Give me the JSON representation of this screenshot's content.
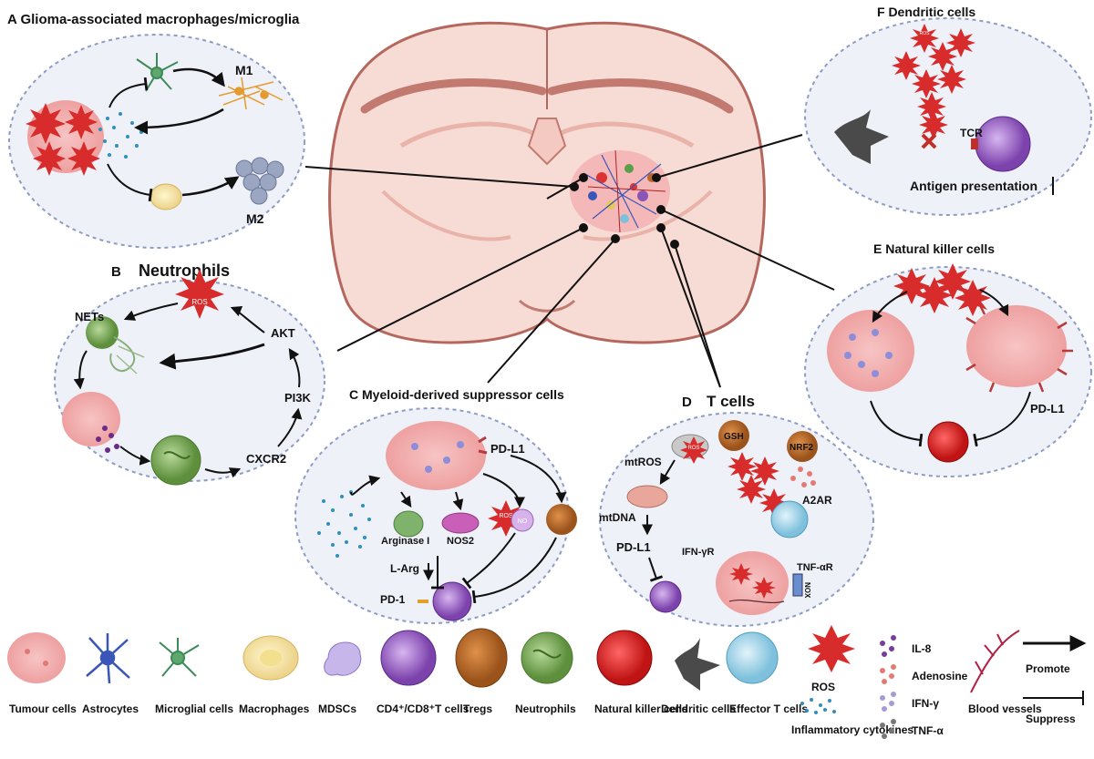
{
  "panels": {
    "a": {
      "title": "A Glioma-associated macrophages/microglia",
      "m1": "M1",
      "m2": "M2",
      "ros": "ROS"
    },
    "b": {
      "title_letter": "B",
      "title": "Neutrophils",
      "nets": "NETs",
      "ros": "ROS",
      "akt": "AKT",
      "pi3k": "PI3K",
      "cxcr2": "CXCR2"
    },
    "c": {
      "title": "C Myeloid-derived suppressor cells",
      "pdl1": "PD-L1",
      "arginase": "Arginase I",
      "nos2": "NOS2",
      "larg": "L-Arg",
      "pd1": "PD-1",
      "ros": "ROS",
      "no": "NO"
    },
    "d": {
      "title_letter": "D",
      "title": "T cells",
      "mtros": "mtROS",
      "mtdna": "mtDNA",
      "pdl1": "PD-L1",
      "gsh": "GSH",
      "nrf2": "NRF2",
      "a2ar": "A2AR",
      "ifngr": "IFN-γR",
      "tnfar": "TNF-αR",
      "nox": "NOX",
      "ros": "ROS"
    },
    "e": {
      "title": "E Natural killer cells",
      "pdl1": "PD-L1",
      "ros": "ROS"
    },
    "f": {
      "title": "F Dendritic cells",
      "tcr": "TCR",
      "antigen": "Antigen presentation",
      "ros": "ROS"
    }
  },
  "legend": {
    "tumour": "Tumour cells",
    "astro": "Astrocytes",
    "microglia": "Microglial cells",
    "macro": "Macrophages",
    "mdsc": "MDSCs",
    "cd": "CD4⁺/CD8⁺T cells",
    "tregs": "Tregs",
    "neutro": "Neutrophils",
    "nk": "Natural killer cells",
    "dendritic": "Dendritic cells",
    "effector": "Effector T cells",
    "ros": "ROS",
    "inflam": "Inflammatory cytokines",
    "il8": "IL-8",
    "adenosine": "Adenosine",
    "ifng": "IFN-γ",
    "tnfa": "TNF-α",
    "blood": "Blood vessels",
    "promote": "Promote",
    "suppress": "Suppress"
  },
  "colors": {
    "panel_fill": "#eef1f8",
    "panel_border": "#8d9cc4",
    "brain_fill": "#f7dcd5",
    "brain_stroke": "#b5675e",
    "ros_red": "#d82b2b",
    "tumour_pink": "#f2a9a9",
    "cytokine_blue": "#2e8fbe",
    "purple_cell": "#8b55b8",
    "treg_brown": "#b8682a",
    "nk_red": "#e52424",
    "effector_blue": "#a8d8ea"
  }
}
